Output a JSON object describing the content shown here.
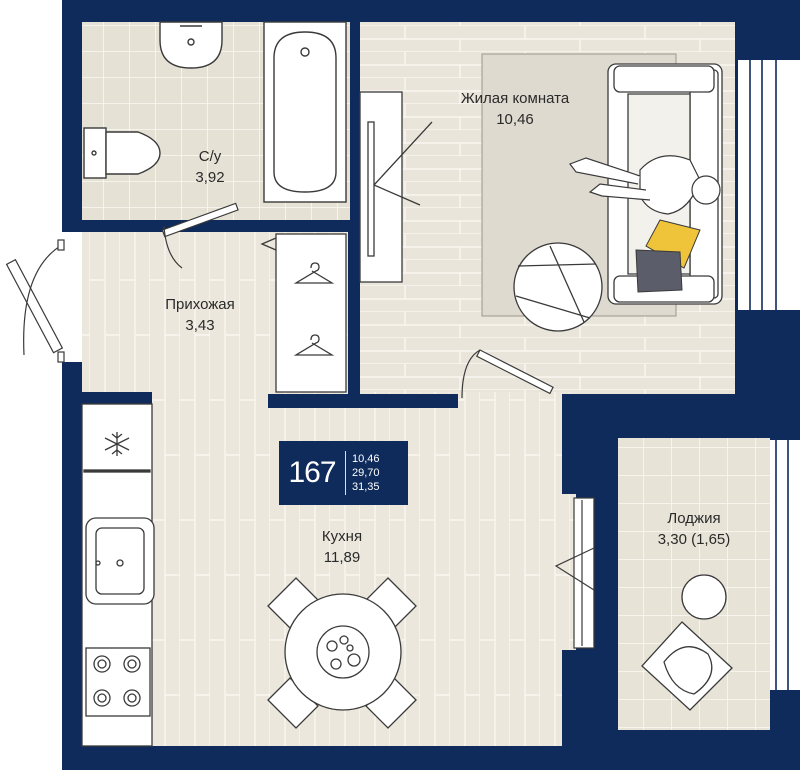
{
  "rooms": {
    "bathroom": {
      "name": "С/у",
      "area": "3,92"
    },
    "living": {
      "name": "Жилая комната",
      "area": "10,46"
    },
    "hallway": {
      "name": "Прихожая",
      "area": "3,43"
    },
    "kitchen": {
      "name": "Кухня",
      "area": "11,89"
    },
    "loggia": {
      "name": "Лоджия",
      "area": "3,30 (1,65)"
    }
  },
  "badge": {
    "number": "167",
    "area_living": "10,46",
    "area_total": "29,70",
    "area_with_loggia": "31,35"
  },
  "colors": {
    "wall": "#0e2b5b",
    "floor_tile": "#e4e0d4",
    "floor_wood": "#ebe7dc",
    "rug": "#dedad0",
    "accent_pillow": "#f0c43a",
    "dark_pillow": "#5b5d6b"
  },
  "icons": [
    "sink-icon",
    "bathtub-icon",
    "toilet-icon",
    "hanger-icon",
    "snowflake-icon",
    "stove-icon",
    "sofa-icon",
    "chair-icon",
    "table-icon"
  ]
}
